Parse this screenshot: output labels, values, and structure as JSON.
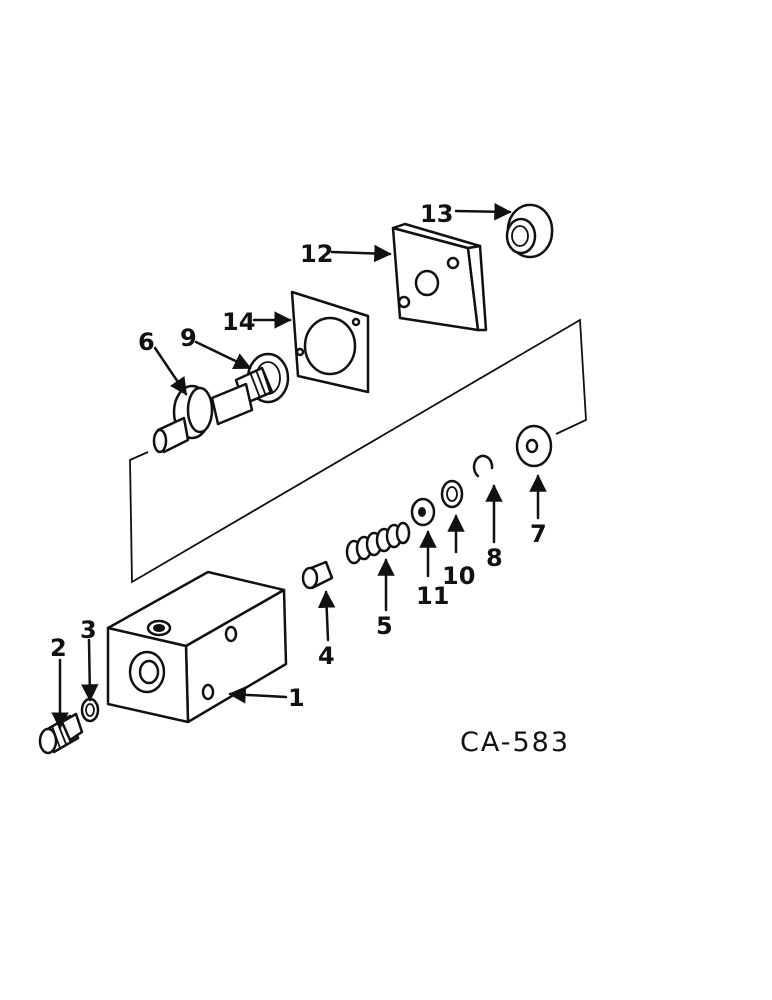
{
  "drawing_code": "CA-583",
  "parts": [
    {
      "id": "1",
      "label": "1"
    },
    {
      "id": "2",
      "label": "2"
    },
    {
      "id": "3",
      "label": "3"
    },
    {
      "id": "4",
      "label": "4"
    },
    {
      "id": "5",
      "label": "5"
    },
    {
      "id": "6",
      "label": "6"
    },
    {
      "id": "7",
      "label": "7"
    },
    {
      "id": "8",
      "label": "8"
    },
    {
      "id": "9",
      "label": "9"
    },
    {
      "id": "10",
      "label": "10"
    },
    {
      "id": "11",
      "label": "11"
    },
    {
      "id": "12",
      "label": "12"
    },
    {
      "id": "13",
      "label": "13"
    },
    {
      "id": "14",
      "label": "14"
    }
  ],
  "colors": {
    "ink": "#111111",
    "paper": "#ffffff"
  }
}
